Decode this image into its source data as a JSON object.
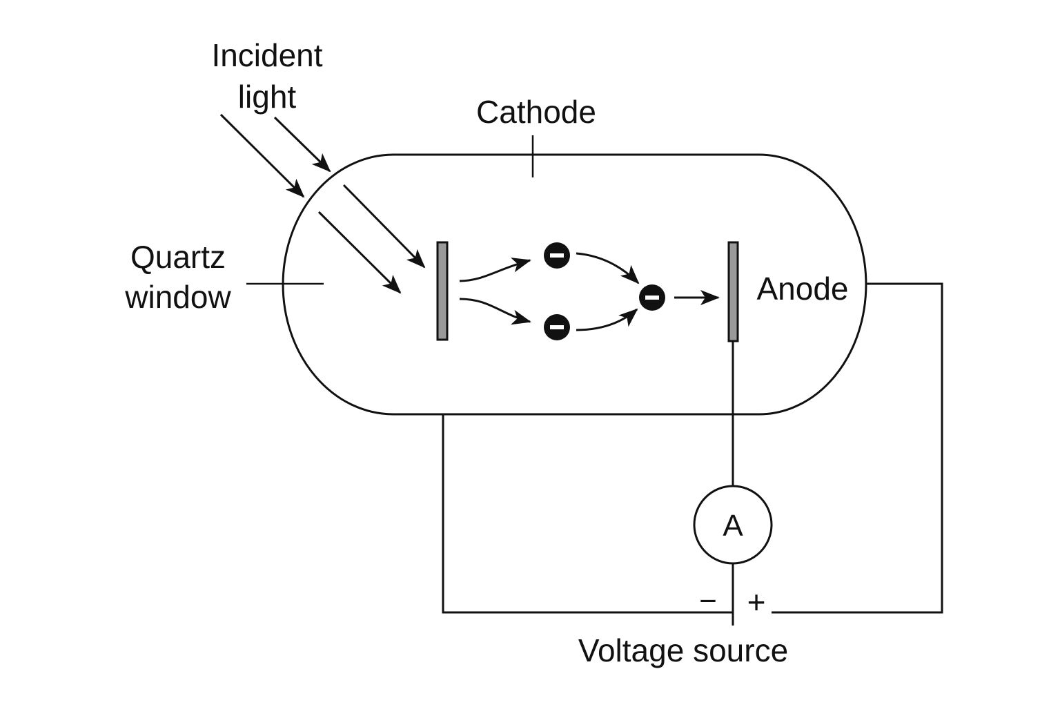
{
  "labels": {
    "incident_1": "Incident",
    "incident_2": "light",
    "cathode": "Cathode",
    "quartz_1": "Quartz",
    "quartz_2": "window",
    "anode": "Anode",
    "ammeter": "A",
    "voltage_source": "Voltage source",
    "minus": "−",
    "plus": "+"
  },
  "colors": {
    "stroke": "#111111",
    "plate_fill": "#9a9a9a",
    "background": "#ffffff"
  }
}
